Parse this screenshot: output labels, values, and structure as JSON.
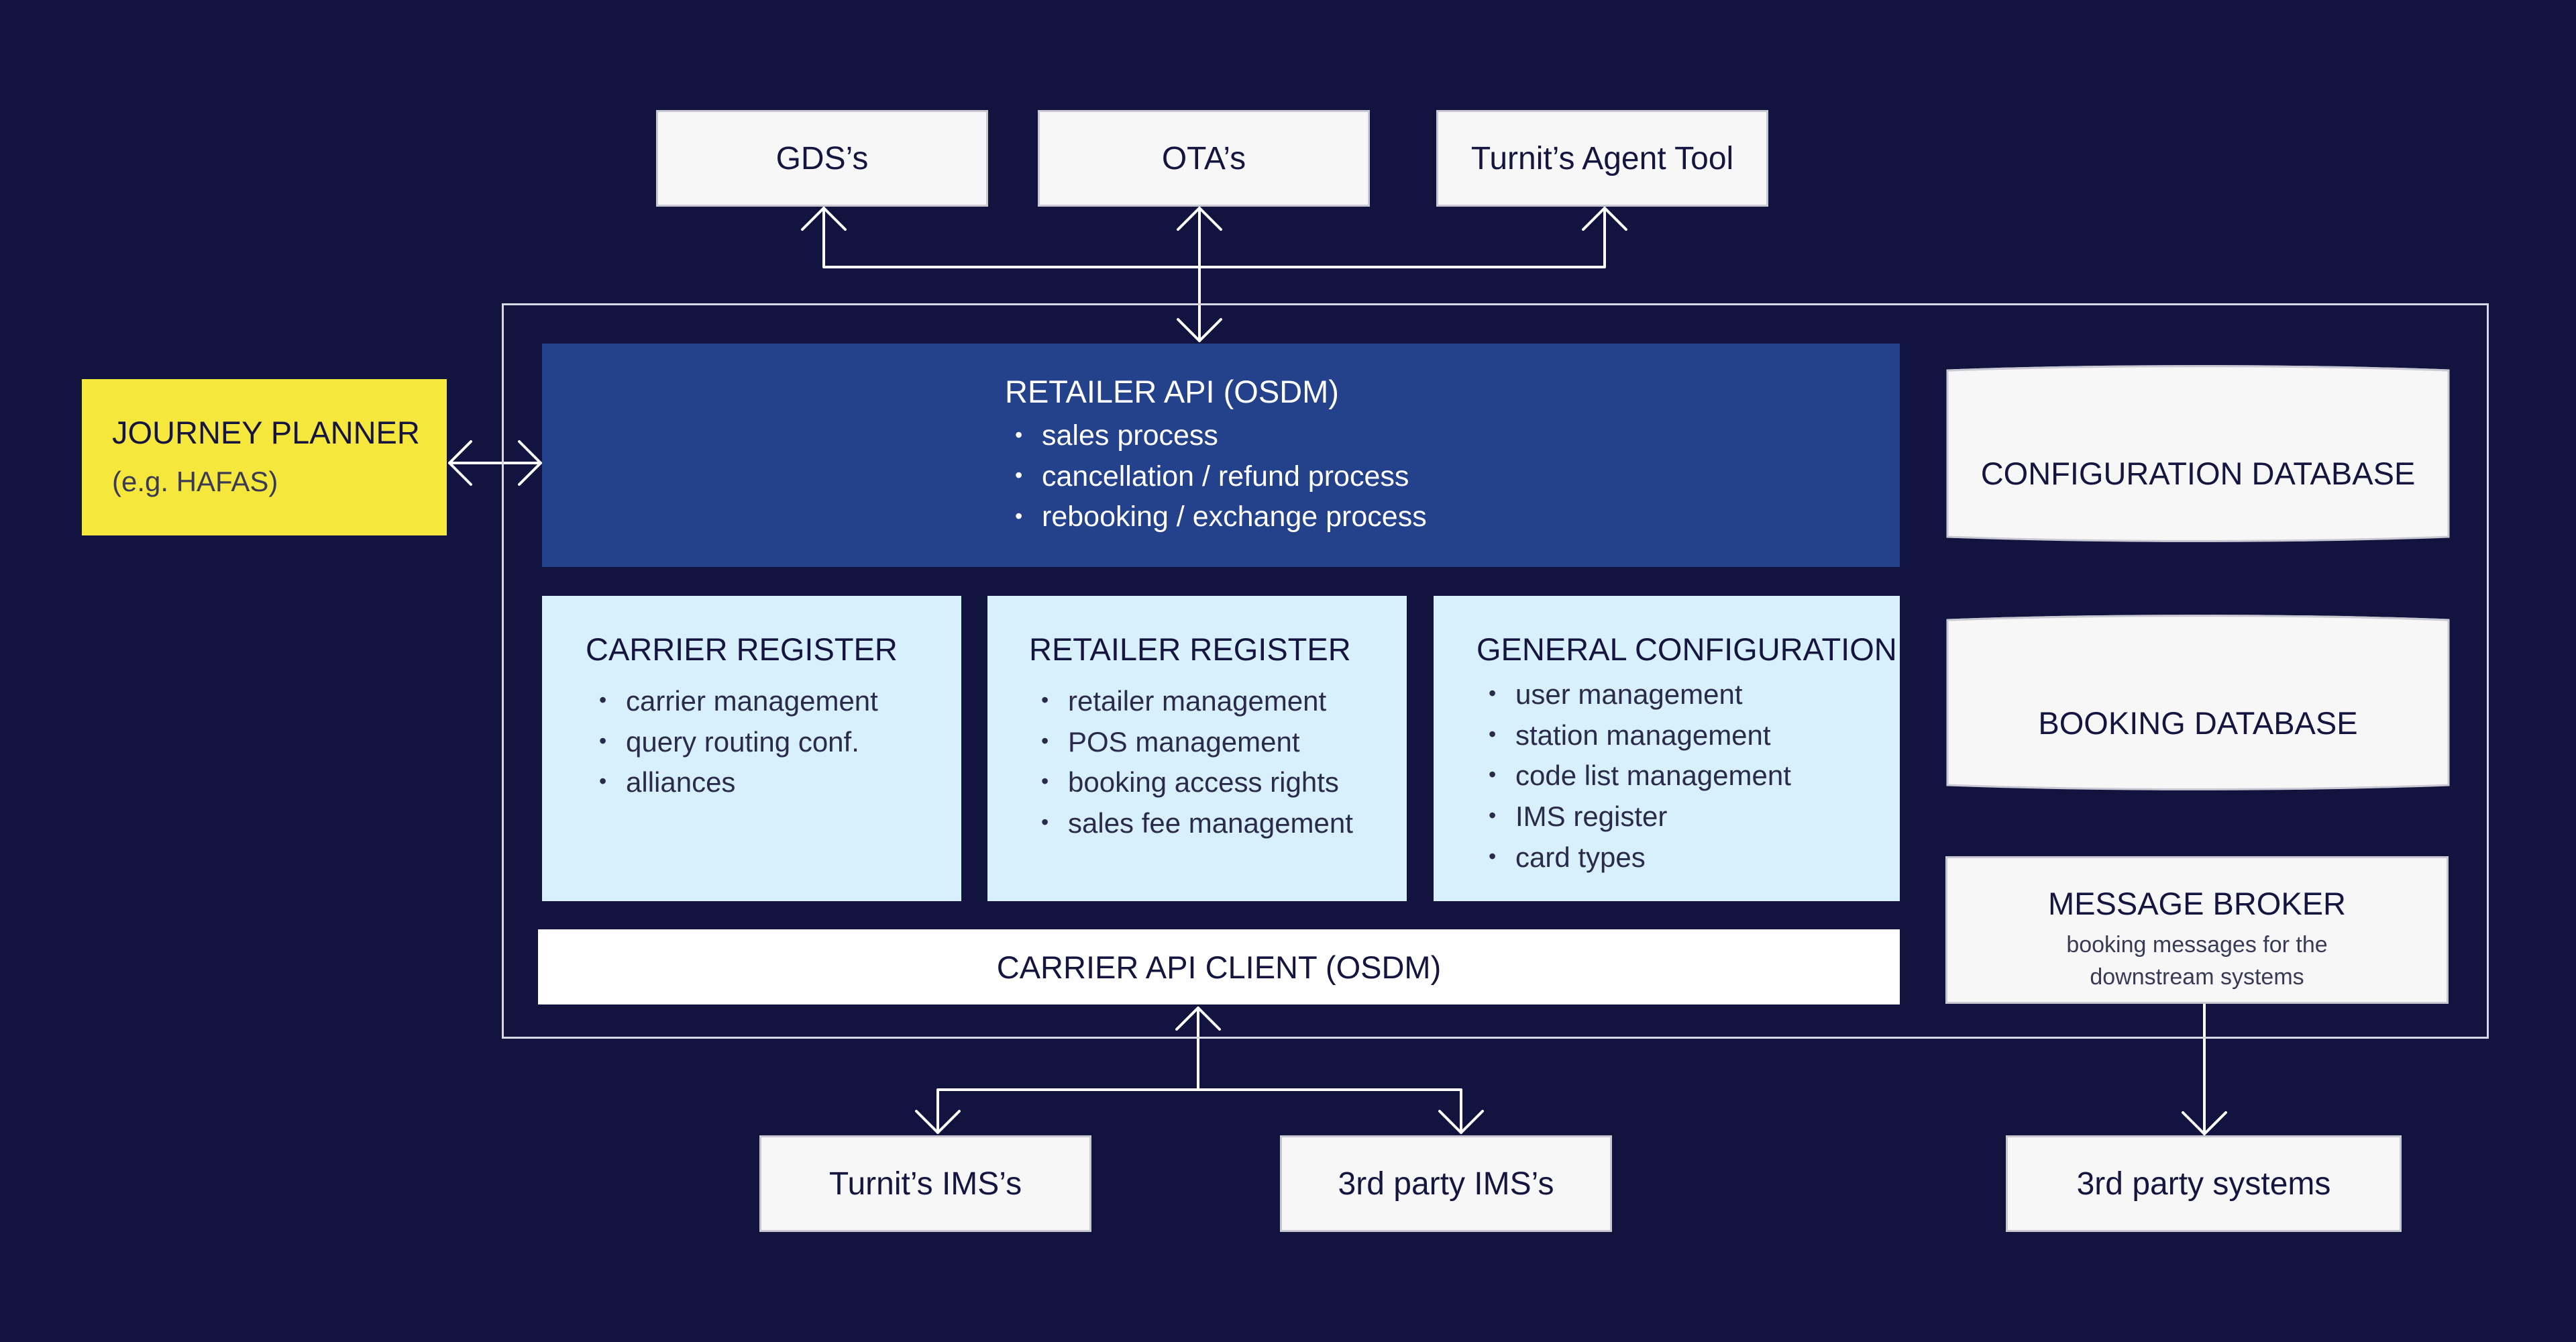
{
  "top_boxes": {
    "gds": "GDS’s",
    "ota": "OTA’s",
    "agent_tool": "Turnit’s Agent Tool"
  },
  "journey_planner": {
    "title": "JOURNEY PLANNER",
    "subtitle": "(e.g. HAFAS)"
  },
  "retailer_api": {
    "title": "RETAILER API (OSDM)",
    "items": [
      "sales process",
      "cancellation / refund process",
      "rebooking / exchange process"
    ]
  },
  "carrier_register": {
    "title": "CARRIER REGISTER",
    "items": [
      "carrier management",
      "query routing conf.",
      "alliances"
    ]
  },
  "retailer_register": {
    "title": "RETAILER REGISTER",
    "items": [
      "retailer management",
      "POS management",
      "booking access rights",
      "sales fee management"
    ]
  },
  "general_configuration": {
    "title": "GENERAL CONFIGURATION",
    "items": [
      "user management",
      "station management",
      "code list management",
      "IMS register",
      "card types"
    ]
  },
  "carrier_api_client": "CARRIER API CLIENT (OSDM)",
  "configuration_database": "CONFIGURATION DATABASE",
  "booking_database": "BOOKING DATABASE",
  "message_broker": {
    "title": "MESSAGE BROKER",
    "line1": "booking messages for the",
    "line2": "downstream systems"
  },
  "bottom_boxes": {
    "turnit_ims": "Turnit’s IMS’s",
    "third_party_ims": "3rd party IMS’s",
    "third_party_systems": "3rd party systems"
  },
  "colors": {
    "background": "#13133f",
    "retailer_api": "#24418b",
    "register_panels": "#d7f0fb",
    "journey_planner": "#f6e73c",
    "boxes": "#f7f7f7",
    "lines": "#ffffff"
  }
}
